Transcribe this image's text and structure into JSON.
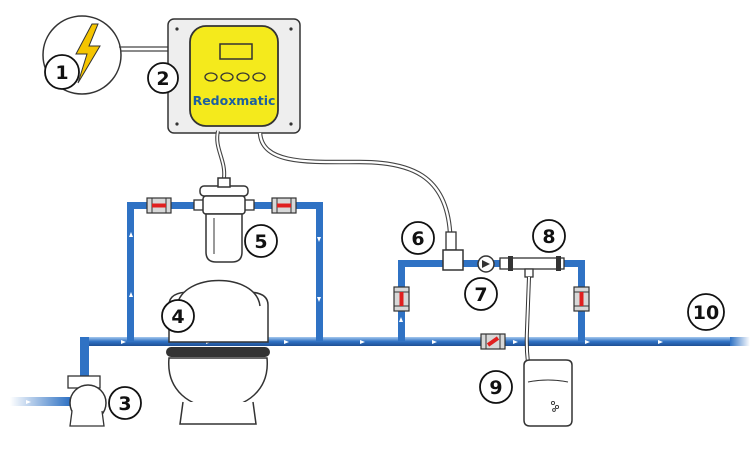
{
  "brand_label": "Redoxmatic",
  "callouts": [
    {
      "n": "1",
      "part": "power-supply"
    },
    {
      "n": "2",
      "part": "redoxmatic-control-unit"
    },
    {
      "n": "3",
      "part": "pump"
    },
    {
      "n": "4",
      "part": "sand-filter"
    },
    {
      "n": "5",
      "part": "filter-housing"
    },
    {
      "n": "6",
      "part": "sensor-fitting"
    },
    {
      "n": "7",
      "part": "check-valve"
    },
    {
      "n": "8",
      "part": "injection-tee"
    },
    {
      "n": "9",
      "part": "chemical-container"
    },
    {
      "n": "10",
      "part": "return-to-pool"
    }
  ],
  "colors": {
    "pipe": "#2f72c4",
    "pipe_highlight": "#a6c8ee",
    "valve_red": "#e02020",
    "controller_yellow": "#f4ea1c",
    "lightning": "#f5c500"
  }
}
